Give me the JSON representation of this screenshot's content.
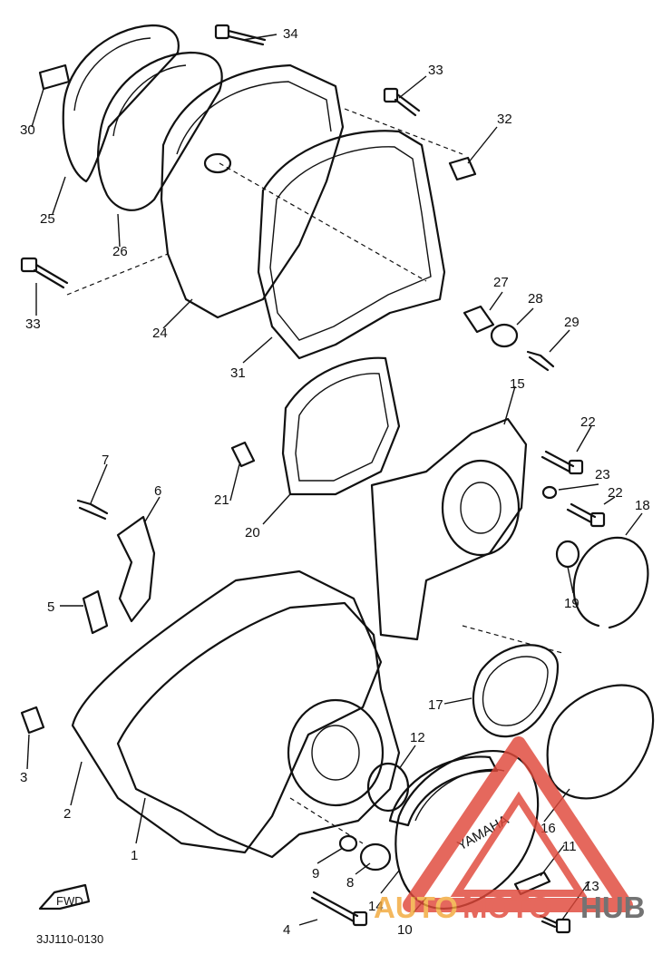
{
  "diagram": {
    "part_numbers": [
      "1",
      "2",
      "3",
      "4",
      "5",
      "6",
      "7",
      "8",
      "9",
      "10",
      "11",
      "12",
      "13",
      "14",
      "15",
      "16",
      "17",
      "18",
      "19",
      "20",
      "21",
      "22",
      "22",
      "23",
      "24",
      "25",
      "26",
      "27",
      "28",
      "29",
      "30",
      "31",
      "32",
      "33",
      "33",
      "34"
    ],
    "drawing_code": "3JJ110-0130",
    "fwd_label": "FWD",
    "cover_logo": "YAMAHA"
  },
  "watermark": {
    "auto": "AUTO",
    "moto": "MOTO",
    "hub": "HUB",
    "colors": {
      "auto": "#f2a93b",
      "moto": "#e0483a",
      "hub": "#555555"
    }
  }
}
